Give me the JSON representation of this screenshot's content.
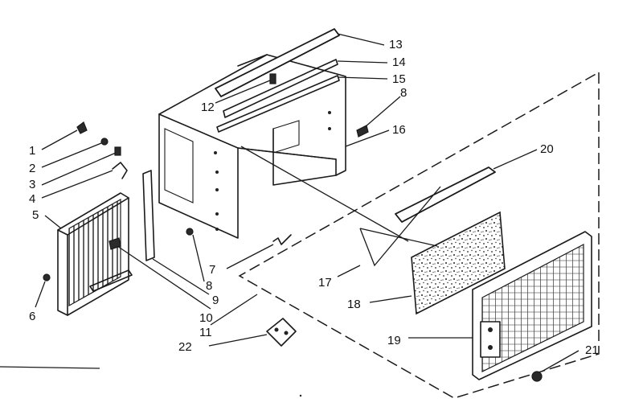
{
  "diagram": {
    "callouts": [
      {
        "id": "1",
        "label": "1"
      },
      {
        "id": "2",
        "label": "2"
      },
      {
        "id": "3",
        "label": "3"
      },
      {
        "id": "4",
        "label": "4"
      },
      {
        "id": "5",
        "label": "5"
      },
      {
        "id": "6",
        "label": "6"
      },
      {
        "id": "7",
        "label": "7"
      },
      {
        "id": "8a",
        "label": "8"
      },
      {
        "id": "8b",
        "label": "8"
      },
      {
        "id": "9",
        "label": "9"
      },
      {
        "id": "10",
        "label": "10"
      },
      {
        "id": "11",
        "label": "11"
      },
      {
        "id": "12",
        "label": "12"
      },
      {
        "id": "13",
        "label": "13"
      },
      {
        "id": "14",
        "label": "14"
      },
      {
        "id": "15",
        "label": "15"
      },
      {
        "id": "16",
        "label": "16"
      },
      {
        "id": "17",
        "label": "17"
      },
      {
        "id": "18",
        "label": "18"
      },
      {
        "id": "19",
        "label": "19"
      },
      {
        "id": "20",
        "label": "20"
      },
      {
        "id": "21",
        "label": "21"
      },
      {
        "id": "22",
        "label": "22"
      }
    ]
  }
}
